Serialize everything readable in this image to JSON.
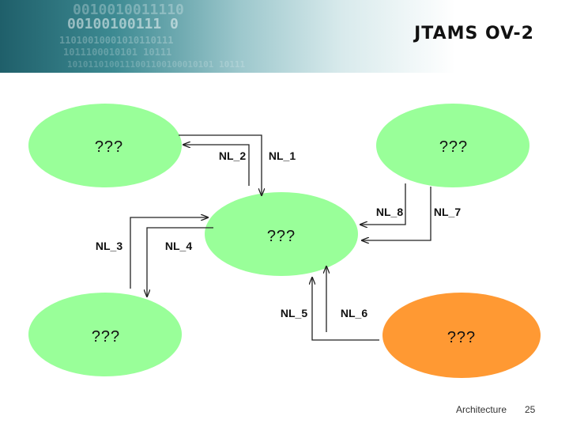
{
  "header": {
    "title": "JTAMS OV-2",
    "binary_lines": [
      "0010010011110",
      "00100100111 0",
      "11010010001010110111",
      "1011100010101 10111",
      "1010110100111001100100010101 10111"
    ]
  },
  "nodes": [
    {
      "id": "top-left",
      "label": "???",
      "color": "#99ff99"
    },
    {
      "id": "top-right",
      "label": "???",
      "color": "#99ff99"
    },
    {
      "id": "center",
      "label": "???",
      "color": "#99ff99"
    },
    {
      "id": "bottom-left",
      "label": "???",
      "color": "#99ff99"
    },
    {
      "id": "bottom-right",
      "label": "???",
      "color": "#ff9933"
    }
  ],
  "links": [
    "NL_1",
    "NL_2",
    "NL_3",
    "NL_4",
    "NL_5",
    "NL_6",
    "NL_7",
    "NL_8"
  ],
  "footer": {
    "text": "Architecture",
    "page": "25"
  }
}
